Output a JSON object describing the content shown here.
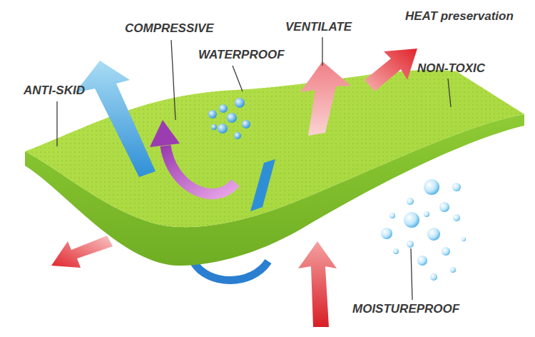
{
  "diagram": {
    "labels": [
      "HEAT preservation",
      "COMPRESSIVE",
      "VENTILATE",
      "WATERPROOF",
      "NON-TOXIC",
      "ANTI-SKID",
      "MOISTUREPROOF"
    ]
  }
}
